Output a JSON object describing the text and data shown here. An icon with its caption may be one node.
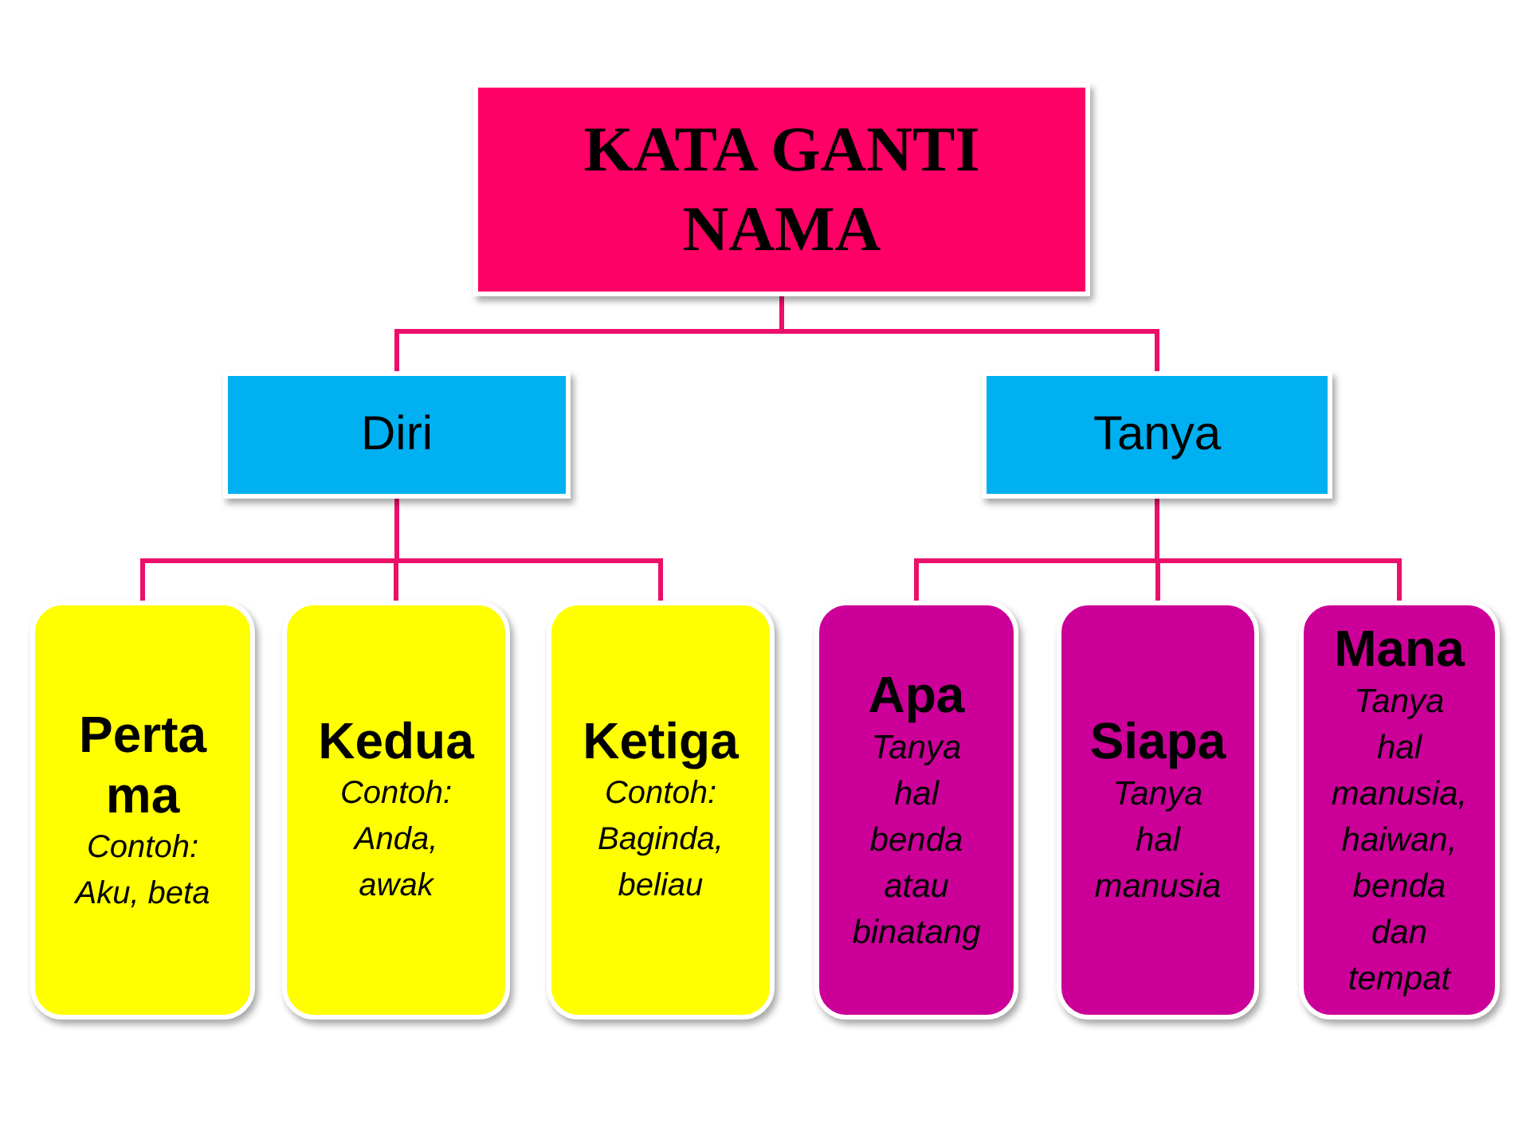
{
  "diagram": {
    "nodes": [
      {
        "text": [
          "KATA GANTI NAMA"
        ]
      },
      {
        "text": [
          "Diri"
        ]
      },
      {
        "text": [
          "Tanya"
        ]
      },
      {
        "text": [
          "Pertama",
          "Contoh: Aku, beta"
        ]
      },
      {
        "text": [
          "Kedua",
          "Contoh: Anda, awak"
        ]
      },
      {
        "text": [
          "Ketiga",
          "Contoh: Baginda, beliau"
        ]
      },
      {
        "text": [
          "Apa",
          "Tanya hal benda atau binatang"
        ]
      },
      {
        "text": [
          "Siapa",
          "Tanya hal manusia"
        ]
      },
      {
        "text": [
          "Mana",
          "Tanya hal manusia, haiwan, benda dan tempat"
        ]
      }
    ],
    "edges": [
      {
        "from": 0,
        "to": 1,
        "arrow": "none"
      },
      {
        "from": 0,
        "to": 2,
        "arrow": "none"
      },
      {
        "from": 1,
        "to": 3,
        "arrow": "none"
      },
      {
        "from": 1,
        "to": 4,
        "arrow": "none"
      },
      {
        "from": 1,
        "to": 5,
        "arrow": "none"
      },
      {
        "from": 2,
        "to": 6,
        "arrow": "none"
      },
      {
        "from": 2,
        "to": 7,
        "arrow": "none"
      },
      {
        "from": 2,
        "to": 8,
        "arrow": "none"
      }
    ]
  }
}
